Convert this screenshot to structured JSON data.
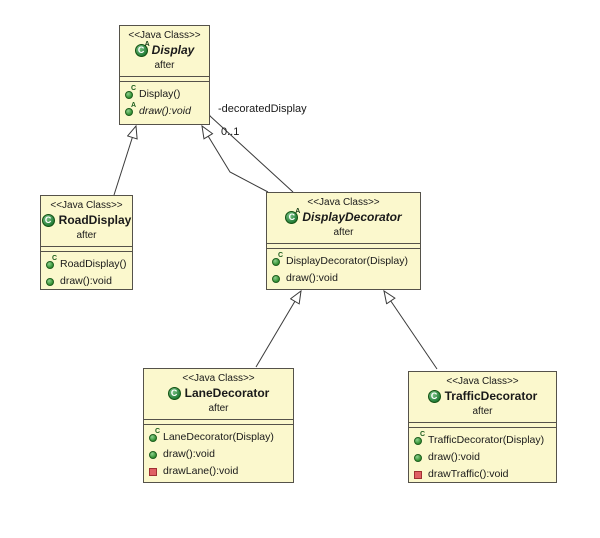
{
  "colors": {
    "box_fill": "#FBF8CD",
    "box_border": "#55524a",
    "edge_stroke": "#3a3a3a",
    "icon_green": "#2F8F2F",
    "icon_red": "#E06064"
  },
  "classes": [
    {
      "id": "display",
      "stereotype": "<<Java Class>>",
      "name": "Display",
      "package": "after",
      "abstract": true,
      "icon_letter": "C",
      "abstract_badge": "A",
      "members": [
        {
          "label": "Display()",
          "kind": "constructor",
          "badge": "C"
        },
        {
          "label": "draw():void",
          "kind": "abstract-method",
          "badge": "A"
        }
      ]
    },
    {
      "id": "road-display",
      "stereotype": "<<Java Class>>",
      "name": "RoadDisplay",
      "package": "after",
      "abstract": false,
      "icon_letter": "C",
      "members": [
        {
          "label": "RoadDisplay()",
          "kind": "constructor",
          "badge": "C"
        },
        {
          "label": "draw():void",
          "kind": "public-method"
        }
      ]
    },
    {
      "id": "display-decorator",
      "stereotype": "<<Java Class>>",
      "name": "DisplayDecorator",
      "package": "after",
      "abstract": true,
      "icon_letter": "C",
      "abstract_badge": "A",
      "members": [
        {
          "label": "DisplayDecorator(Display)",
          "kind": "constructor",
          "badge": "C"
        },
        {
          "label": "draw():void",
          "kind": "public-method"
        }
      ]
    },
    {
      "id": "lane-decorator",
      "stereotype": "<<Java Class>>",
      "name": "LaneDecorator",
      "package": "after",
      "abstract": false,
      "icon_letter": "C",
      "members": [
        {
          "label": "LaneDecorator(Display)",
          "kind": "constructor",
          "badge": "C"
        },
        {
          "label": "draw():void",
          "kind": "public-method"
        },
        {
          "label": "drawLane():void",
          "kind": "private-method"
        }
      ]
    },
    {
      "id": "traffic-decorator",
      "stereotype": "<<Java Class>>",
      "name": "TrafficDecorator",
      "package": "after",
      "abstract": false,
      "icon_letter": "C",
      "members": [
        {
          "label": "TrafficDecorator(Display)",
          "kind": "constructor",
          "badge": "C"
        },
        {
          "label": "draw():void",
          "kind": "public-method"
        },
        {
          "label": "drawTraffic():void",
          "kind": "private-method"
        }
      ]
    }
  ],
  "edges": {
    "association": {
      "role_label": "-decoratedDisplay",
      "multiplicity": "0..1"
    }
  }
}
